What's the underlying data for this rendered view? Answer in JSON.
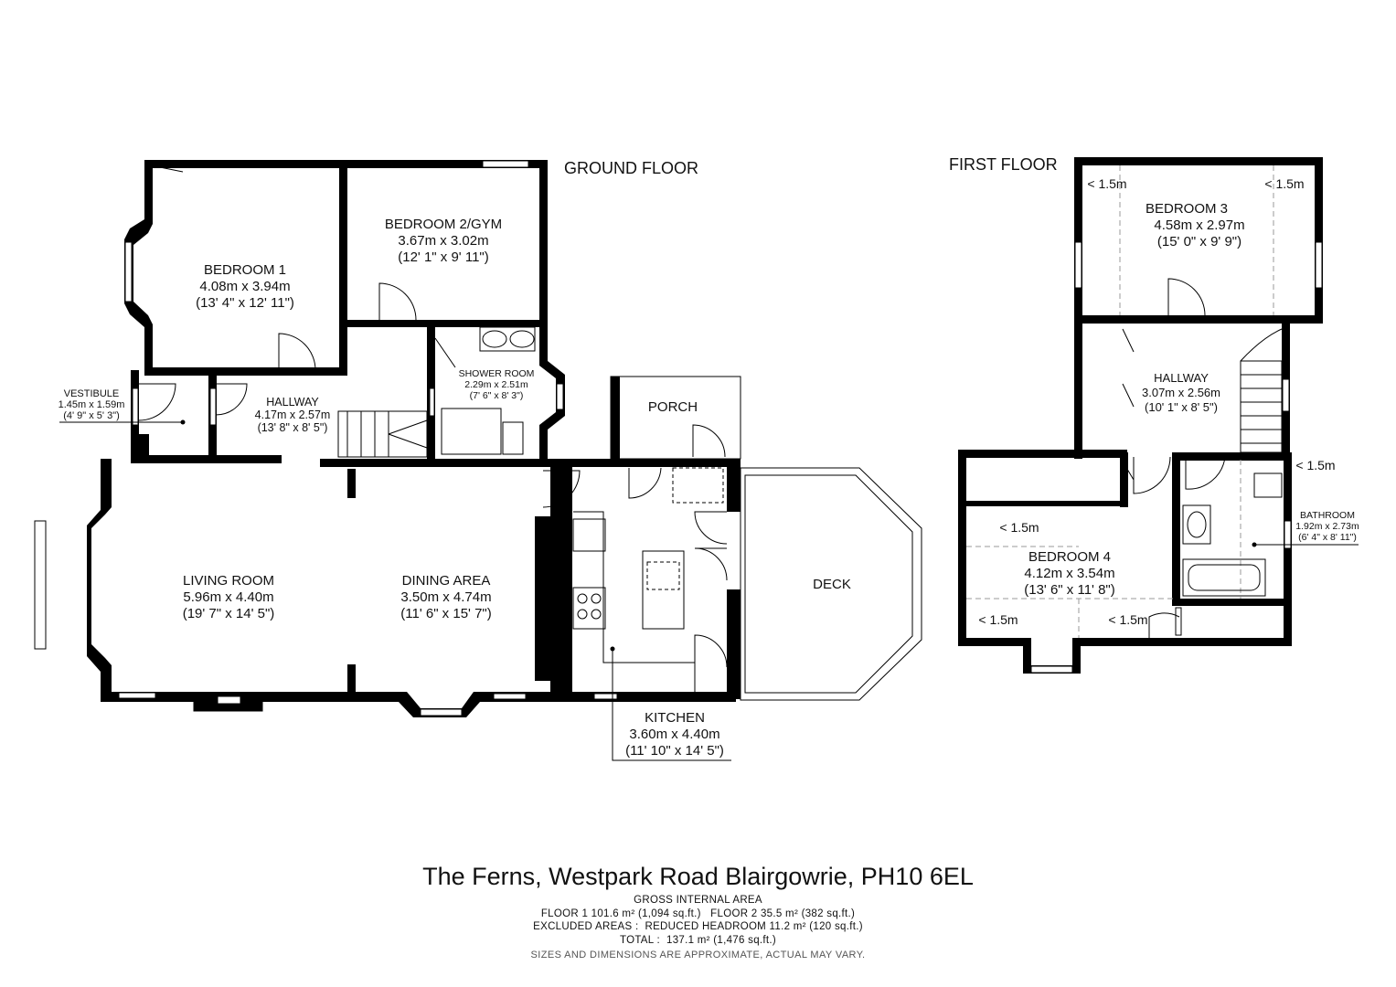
{
  "floors": {
    "ground": "GROUND FLOOR",
    "first": "FIRST FLOOR"
  },
  "rooms": {
    "bedroom1": {
      "name": "BEDROOM 1",
      "metric": "4.08m x 3.94m",
      "imperial": "(13' 4\" x 12' 11\")"
    },
    "bedroom2": {
      "name": "BEDROOM 2/GYM",
      "metric": "3.67m x 3.02m",
      "imperial": "(12' 1\" x 9' 11\")"
    },
    "vestibule": {
      "name": "VESTIBULE",
      "metric": "1.45m x 1.59m",
      "imperial": "(4' 9\" x 5' 3\")"
    },
    "hallway_ground": {
      "name": "HALLWAY",
      "metric": "4.17m x 2.57m",
      "imperial": "(13' 8\" x 8' 5\")"
    },
    "shower": {
      "name": "SHOWER ROOM",
      "metric": "2.29m x 2.51m",
      "imperial": "(7' 6\" x 8' 3\")"
    },
    "porch": {
      "name": "PORCH"
    },
    "living": {
      "name": "LIVING ROOM",
      "metric": "5.96m x 4.40m",
      "imperial": "(19' 7\" x 14' 5\")"
    },
    "dining": {
      "name": "DINING AREA",
      "metric": "3.50m x 4.74m",
      "imperial": "(11' 6\" x 15' 7\")"
    },
    "kitchen": {
      "name": "KITCHEN",
      "metric": "3.60m x 4.40m",
      "imperial": "(11' 10\" x 14' 5\")"
    },
    "deck": {
      "name": "DECK"
    },
    "bedroom3": {
      "name": "BEDROOM 3",
      "metric": "4.58m x 2.97m",
      "imperial": "(15' 0\" x 9' 9\")"
    },
    "hallway_first": {
      "name": "HALLWAY",
      "metric": "3.07m x 2.56m",
      "imperial": "(10' 1\" x 8' 5\")"
    },
    "bedroom4": {
      "name": "BEDROOM 4",
      "metric": "4.12m x 3.54m",
      "imperial": "(13' 6\" x 11' 8\")"
    },
    "bathroom": {
      "name": "BATHROOM",
      "metric": "1.92m x 2.73m",
      "imperial": "(6' 4\" x 8' 11\")"
    }
  },
  "headroom_label": "< 1.5m",
  "footer": {
    "address": "The Ferns, Westpark Road Blairgowrie, PH10 6EL",
    "gia_title": "GROSS INTERNAL AREA",
    "floors_line": "FLOOR 1 101.6 m² (1,094 sq.ft.)   FLOOR 2 35.5 m² (382 sq.ft.)",
    "excluded_line": "EXCLUDED AREAS :  REDUCED HEADROOM 11.2 m² (120 sq.ft.)",
    "total_line": "TOTAL :  137.1 m² (1,476 sq.ft.)",
    "disclaimer": "SIZES AND DIMENSIONS ARE APPROXIMATE, ACTUAL MAY VARY."
  }
}
